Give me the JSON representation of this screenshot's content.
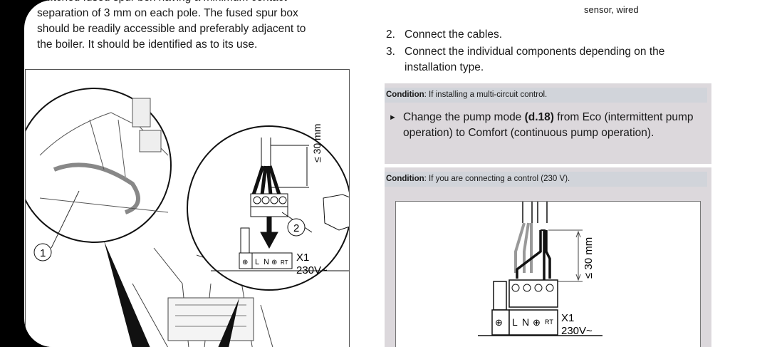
{
  "left_column": {
    "paragraph_lines": [
      "switched fused spur box having a minimum contact",
      "separation of 3 mm on each pole. The fused spur box",
      "should be readily accessible and preferably adjacent to",
      "the boiler. It should be identified as to its use."
    ],
    "figure": {
      "callout_1": "1",
      "callout_2": "2",
      "dimension": "≤ 30 mm",
      "terminal_name": "X1",
      "terminal_voltage": "230V~",
      "terminal_labels": [
        "⊕",
        "L",
        "N",
        "⊕",
        "RT"
      ]
    }
  },
  "right_column": {
    "table_fragment": "sensor, wired",
    "steps": [
      {
        "num": "2.",
        "text": "Connect the cables."
      },
      {
        "num": "3.",
        "text": "Connect the individual components depending on the installation type."
      }
    ],
    "conditions": [
      {
        "label": "Condition",
        "text": ": If installing a multi-circuit control.",
        "bullet": {
          "pre": "Change the pump mode ",
          "bold": "(d.18)",
          "post": " from Eco (intermittent pump operation) to Comfort (continuous pump operation)."
        }
      },
      {
        "label": "Condition",
        "text": ": If you are connecting a control (230 V).",
        "figure": {
          "dimension": "≤ 30 mm",
          "terminal_name": "X1",
          "terminal_voltage": "230V~",
          "terminal_labels": [
            "⊕",
            "L",
            "N",
            "⊕",
            "RT"
          ]
        }
      }
    ]
  },
  "colors": {
    "condition_bg": "#dcd8dc",
    "condition_header": "#d1d4da"
  }
}
